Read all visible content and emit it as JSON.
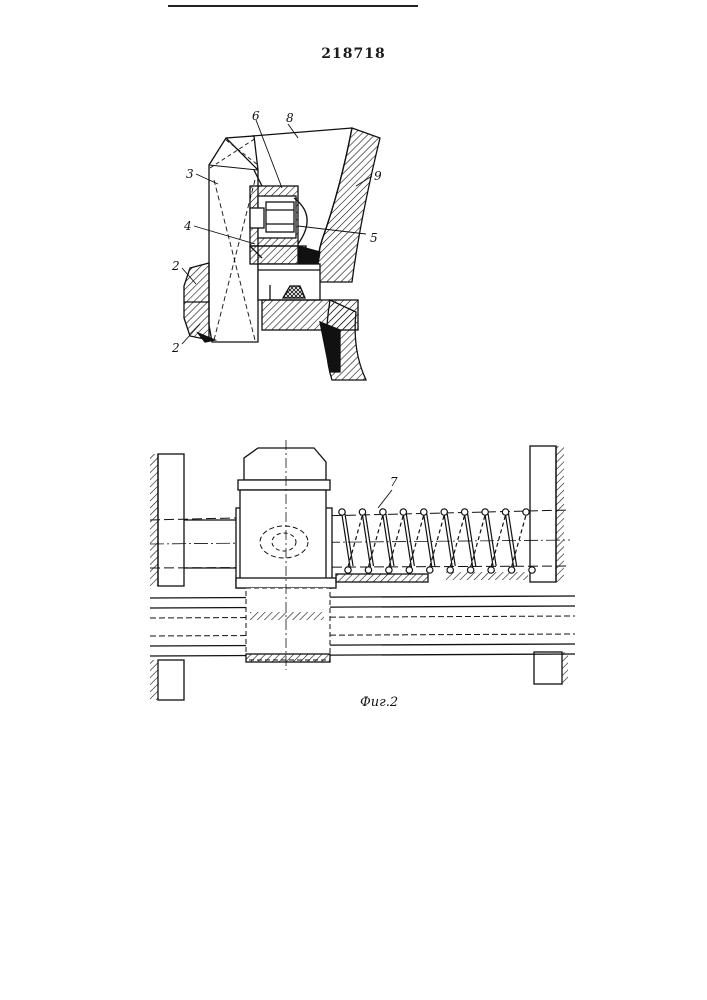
{
  "patent_number": "218718",
  "figure1": {
    "labels": {
      "l6": "6",
      "l8": "8",
      "l9": "9",
      "l3": "3",
      "l4": "4",
      "l5": "5",
      "l2a": "2",
      "l2b": "2"
    }
  },
  "figure2": {
    "labels": {
      "l7": "7"
    },
    "caption": "Фиг.2"
  },
  "colors": {
    "ink": "#1a1a1a",
    "paper": "#ffffff"
  }
}
